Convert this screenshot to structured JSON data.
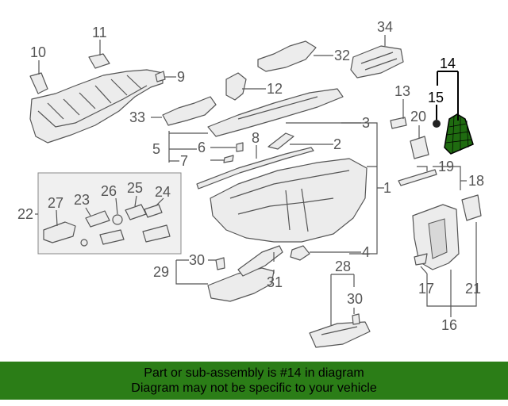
{
  "callouts": [
    "1",
    "2",
    "3",
    "4",
    "5",
    "6",
    "7",
    "8",
    "9",
    "10",
    "11",
    "12",
    "13",
    "14",
    "15",
    "16",
    "17",
    "18",
    "19",
    "20",
    "21",
    "22",
    "23",
    "24",
    "25",
    "26",
    "27",
    "28",
    "29",
    "30",
    "31",
    "32",
    "33",
    "34"
  ],
  "highlighted_part": "14",
  "colors": {
    "highlight": "#1f6b10",
    "banner": "#2b7d17",
    "line": "#555555"
  },
  "banner": {
    "line1": "Part or sub-assembly is #14 in diagram",
    "line2": "Diagram may not be specific to your vehicle"
  }
}
